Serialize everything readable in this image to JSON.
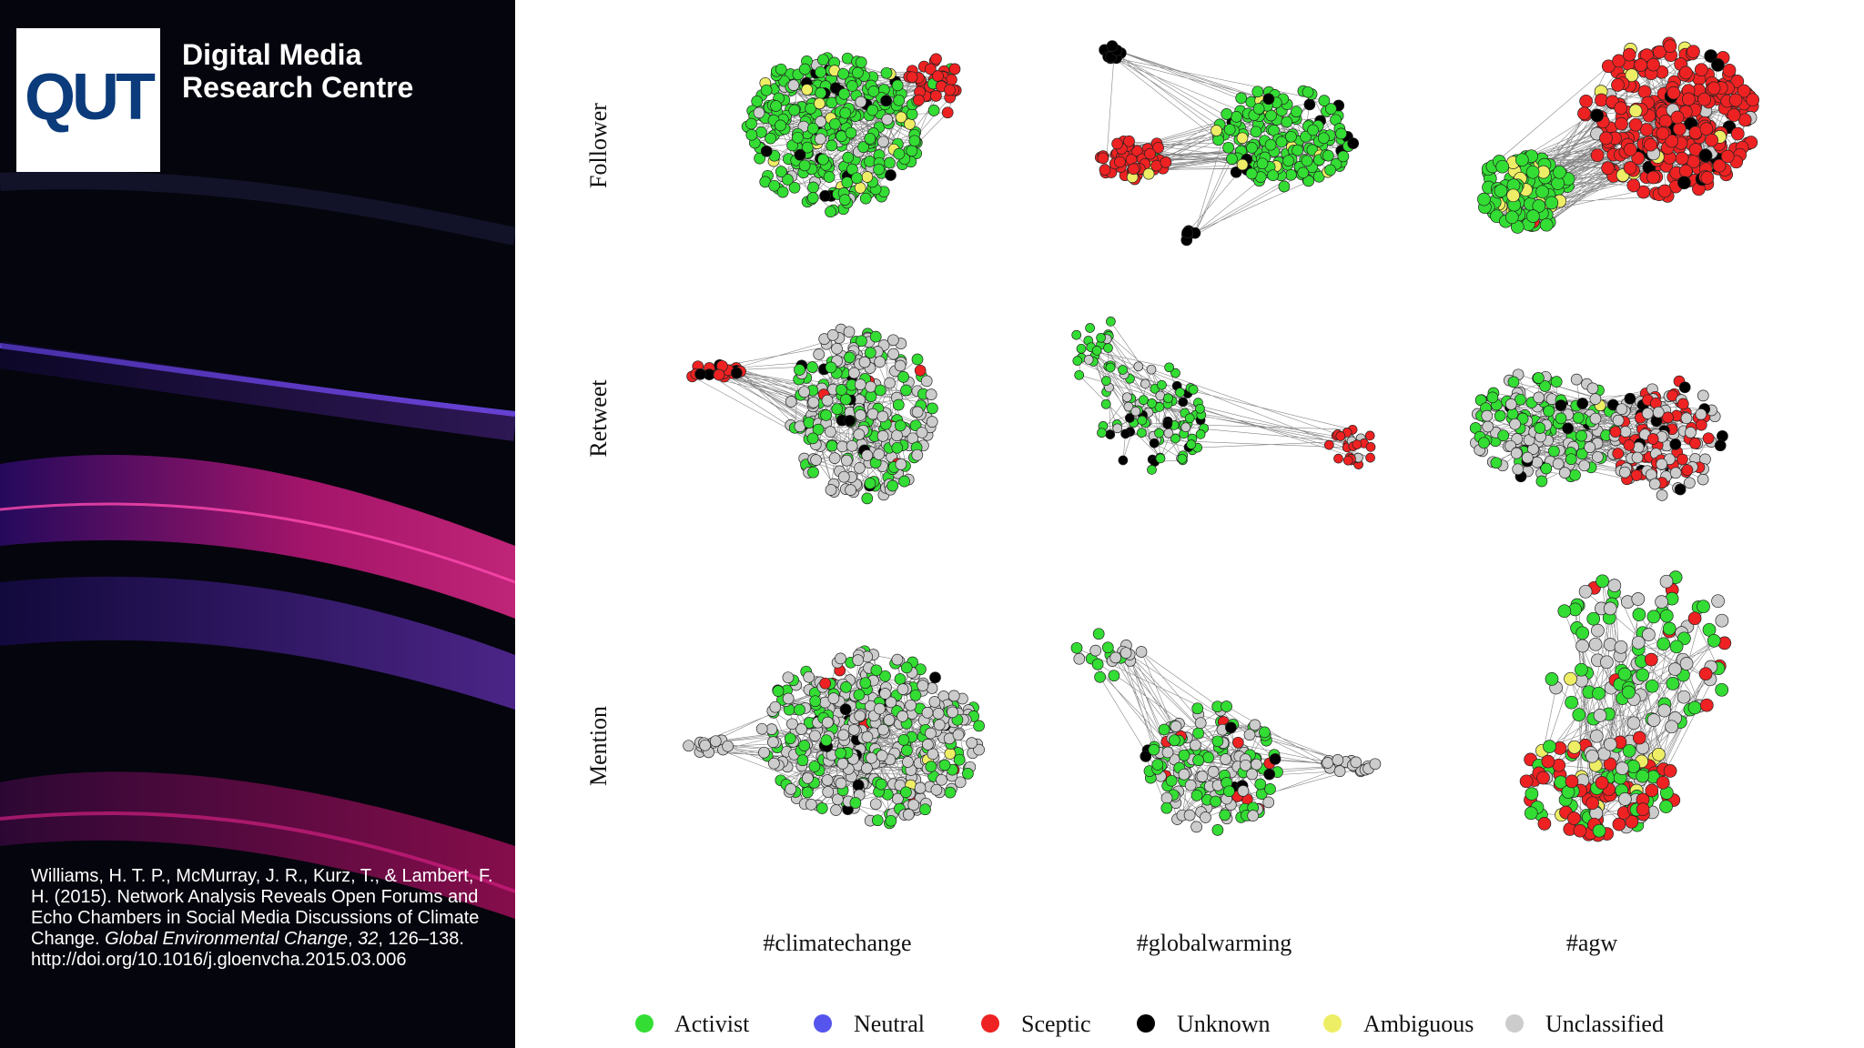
{
  "branding": {
    "logo_text": "QUT",
    "centre_name_line1": "Digital Media",
    "centre_name_line2": "Research Centre"
  },
  "citation": {
    "part1": "Williams, H. T. P., McMurray, J. R., Kurz, T., & Lambert, F. H. (2015). Network Analysis Reveals Open Forums and Echo Chambers in Social Media Discussions of Climate Change. ",
    "journal": "Global Environmental Change",
    "part2": ", ",
    "volume": "32",
    "part3": ", 126–138.",
    "doi": "http://doi.org/10.1016/j.gloenvcha.2015.03.006"
  },
  "figure": {
    "rows": [
      "Follower",
      "Retweet",
      "Mention"
    ],
    "columns": [
      "#climatechange",
      "#globalwarming",
      "#agw"
    ],
    "legend": [
      {
        "label": "Activist",
        "color": "#33dd33"
      },
      {
        "label": "Neutral",
        "color": "#5555ee"
      },
      {
        "label": "Sceptic",
        "color": "#ee2222"
      },
      {
        "label": "Unknown",
        "color": "#000000"
      },
      {
        "label": "Ambiguous",
        "color": "#eeee66"
      },
      {
        "label": "Unclassified",
        "color": "#cccccc"
      }
    ]
  }
}
